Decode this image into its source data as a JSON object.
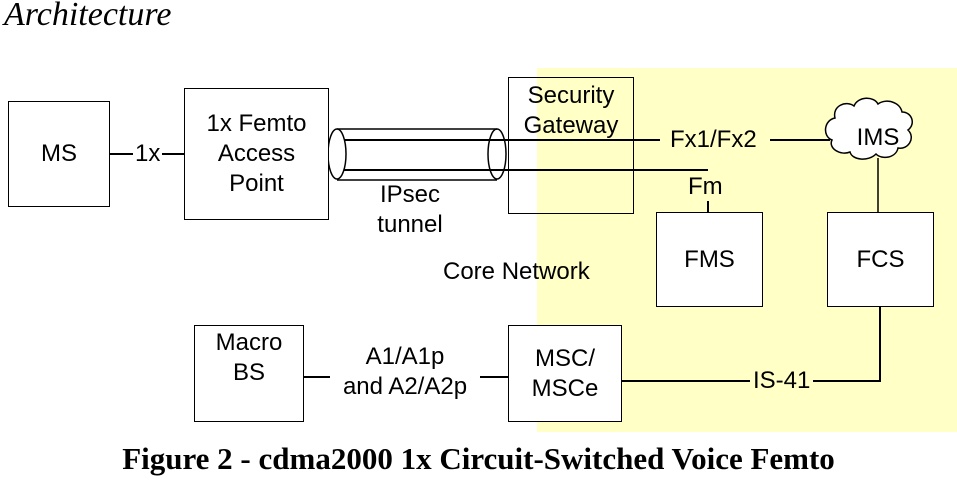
{
  "heading": "Architecture",
  "core_network_label": "Core Network",
  "nodes": {
    "ms": {
      "lines": [
        "MS"
      ]
    },
    "femto_ap": {
      "lines": [
        "1x Femto",
        "Access",
        "Point"
      ]
    },
    "security_gateway": {
      "lines": [
        "Security",
        "Gateway"
      ]
    },
    "ims": {
      "lines": [
        "IMS"
      ]
    },
    "fms": {
      "lines": [
        "FMS"
      ]
    },
    "fcs": {
      "lines": [
        "FCS"
      ]
    },
    "macro_bs": {
      "lines": [
        "Macro",
        "BS"
      ]
    },
    "msc": {
      "lines": [
        "MSC/",
        "MSCe"
      ]
    }
  },
  "links": {
    "ms_femto": "1x",
    "ipsec": [
      "IPsec",
      "tunnel"
    ],
    "sgw_ims": "Fx1/Fx2",
    "fm": "Fm",
    "a_interface": [
      "A1/A1p",
      "and A2/A2p"
    ],
    "is41": "IS-41"
  },
  "caption": "Figure 2 - cdma2000 1x Circuit-Switched Voice Femto"
}
